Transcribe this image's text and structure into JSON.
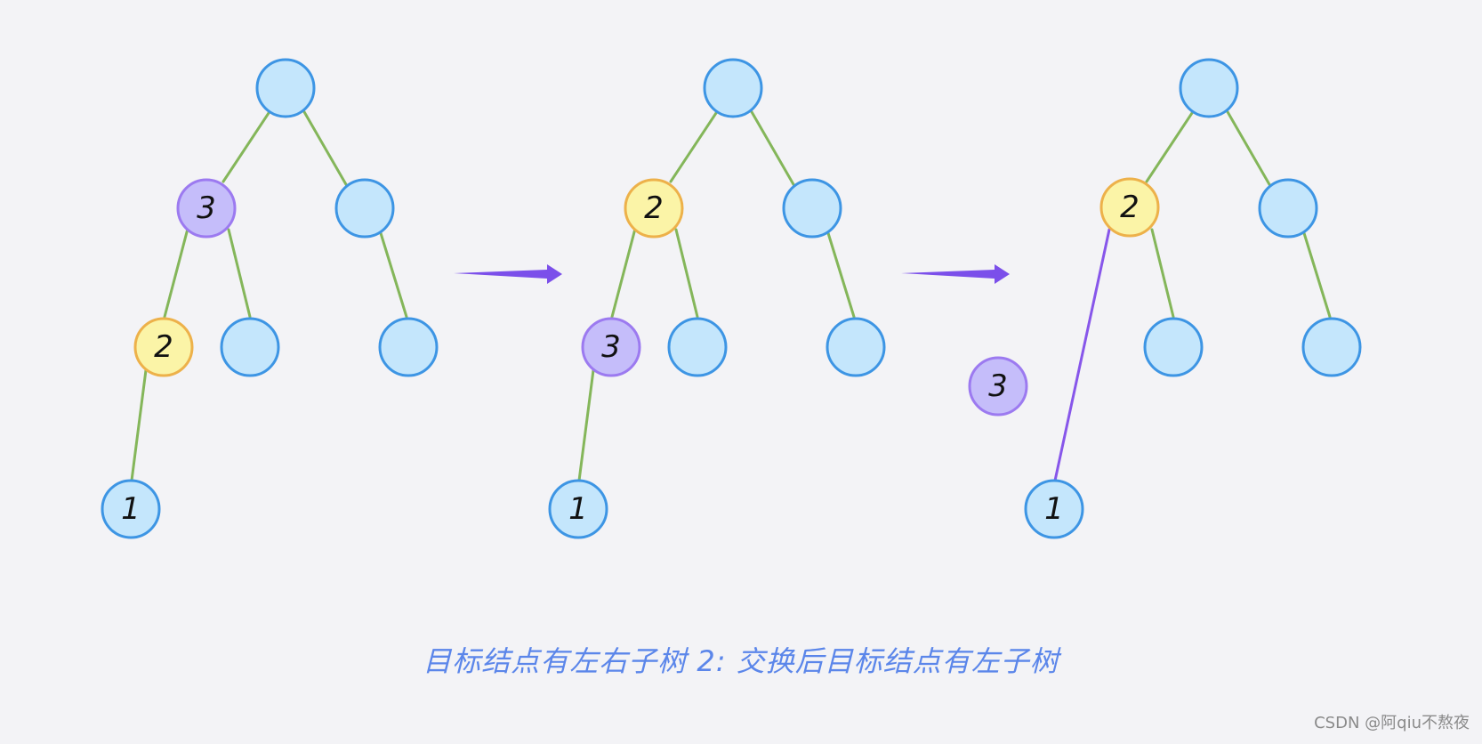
{
  "colors": {
    "background": "#f3f3f6",
    "edge": "#84b65a",
    "highlight_edge": "#8756ea",
    "arrow": "#7b4fea",
    "node_default_fill": "#c4e6fc",
    "node_default_stroke": "#3d95e4",
    "node_target_fill": "#c5bdfa",
    "node_target_stroke": "#9c7af0",
    "node_successor_fill": "#fbf4a7",
    "node_successor_stroke": "#edb14a"
  },
  "node_labels": {
    "panel1": {
      "target": "3",
      "successor": "2",
      "leaf": "1"
    },
    "panel2": {
      "swapped_top": "2",
      "swapped_bottom": "3",
      "leaf": "1"
    },
    "panel3": {
      "top": "2",
      "detached": "3",
      "leaf": "1"
    }
  },
  "caption": "目标结点有左右子树 2: 交换后目标结点有左子树",
  "watermark": "CSDN @阿qiu不熬夜"
}
